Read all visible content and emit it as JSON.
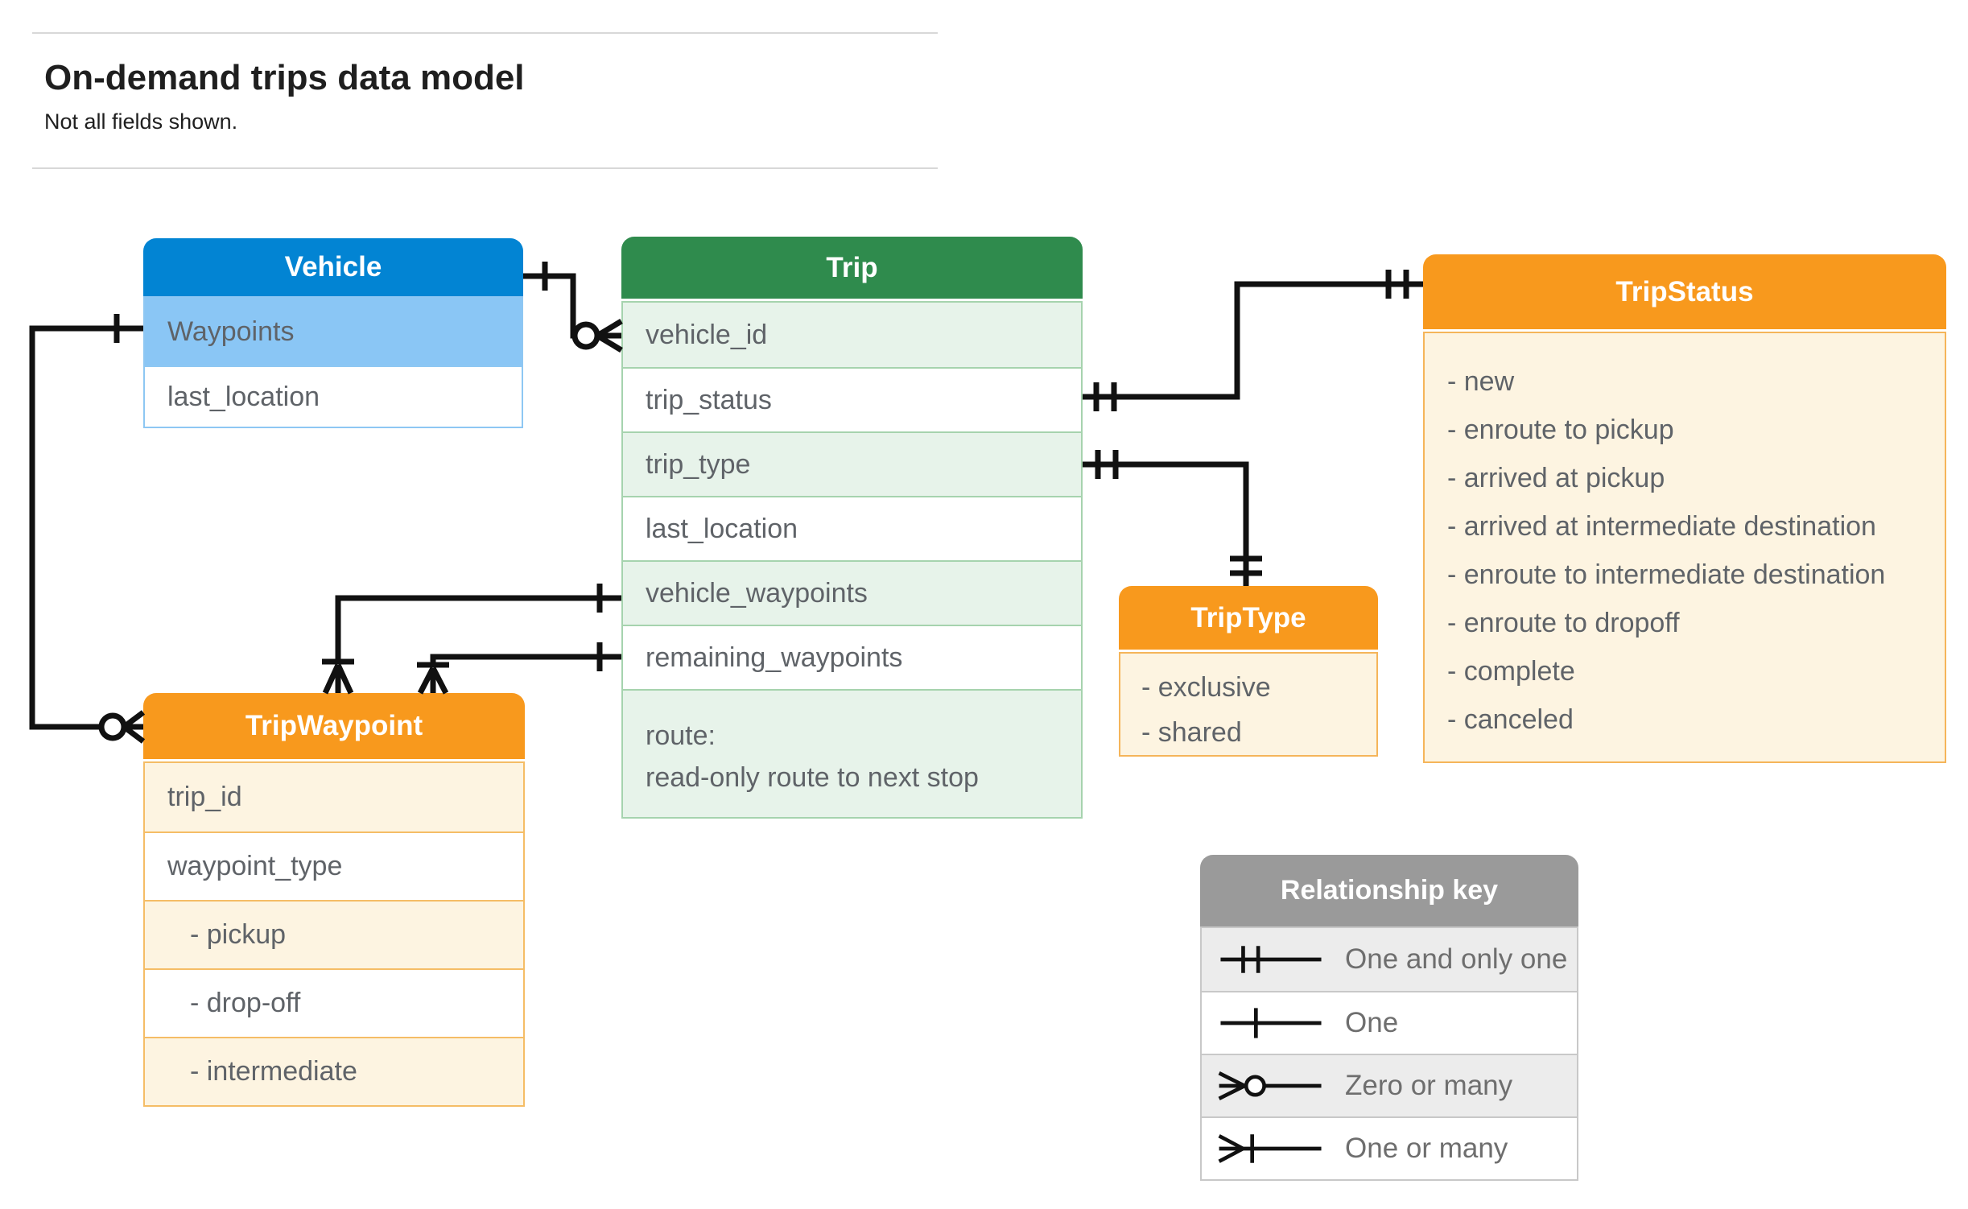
{
  "page": {
    "title": "On-demand trips data model",
    "subtitle": "Not all fields shown."
  },
  "entities": {
    "vehicle": {
      "title": "Vehicle",
      "fields": [
        "Waypoints",
        "last_location"
      ]
    },
    "trip": {
      "title": "Trip",
      "fields": [
        "vehicle_id",
        "trip_status",
        "trip_type",
        "last_location",
        "vehicle_waypoints",
        "remaining_waypoints"
      ],
      "route": {
        "label": "route:",
        "note": "read-only route to next stop"
      }
    },
    "trip_status": {
      "title": "TripStatus",
      "values": [
        "- new",
        "- enroute to pickup",
        "- arrived at pickup",
        "- arrived at intermediate destination",
        "- enroute to intermediate destination",
        "- enroute to dropoff",
        "- complete",
        "- canceled"
      ]
    },
    "trip_type": {
      "title": "TripType",
      "values": [
        "- exclusive",
        "- shared"
      ]
    },
    "trip_waypoint": {
      "title": "TripWaypoint",
      "fields": [
        "trip_id",
        "waypoint_type",
        "- pickup",
        "- drop-off",
        "- intermediate"
      ]
    }
  },
  "legend": {
    "title": "Relationship key",
    "rows": [
      {
        "symbol": "one-and-only-one-icon",
        "label": "One and only one"
      },
      {
        "symbol": "one-icon",
        "label": "One"
      },
      {
        "symbol": "zero-or-many-icon",
        "label": "Zero or many"
      },
      {
        "symbol": "one-or-many-icon",
        "label": "One or many"
      }
    ]
  },
  "colors": {
    "blue_header": "#0284d3",
    "blue_row": "#8ac6f5",
    "green_header": "#2f8b4d",
    "green_row": "#e7f3ea",
    "orange_header": "#f8991d",
    "cream_row": "#fdf4e1",
    "gray_header": "#9a9a9a",
    "gray_row": "#ececec",
    "connector": "#111111",
    "row_text": "#5f6368"
  }
}
